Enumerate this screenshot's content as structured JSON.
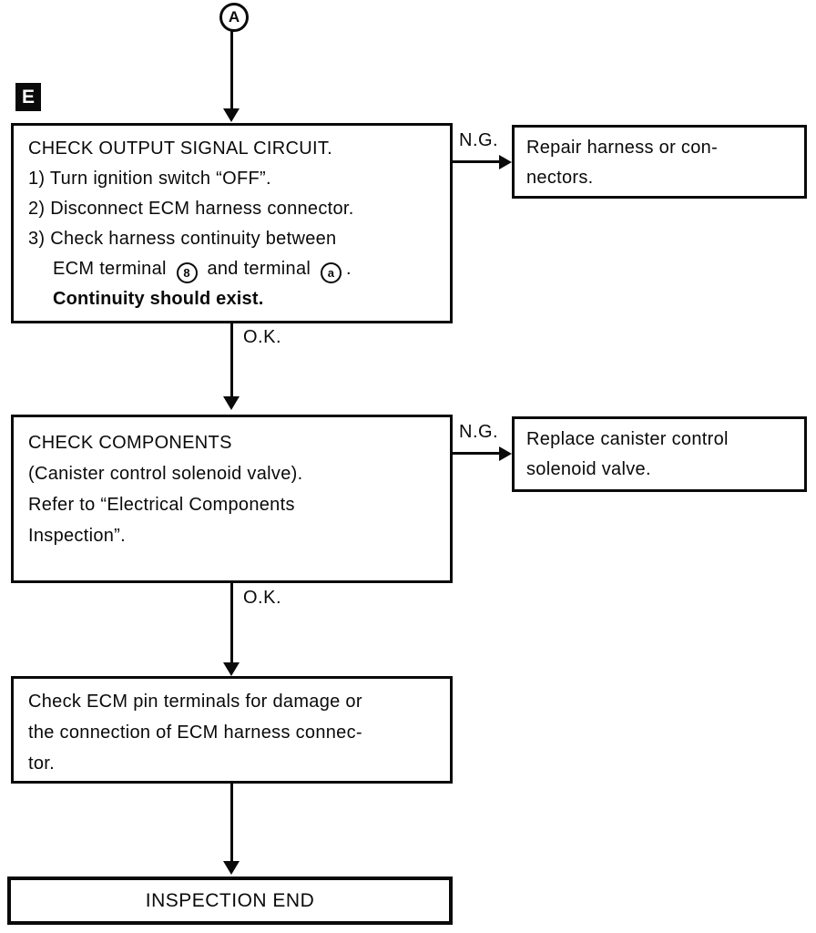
{
  "page": {
    "background_color": "#ffffff",
    "ink_color": "#0a0a0a"
  },
  "connector": {
    "label": "A"
  },
  "section_badge": {
    "label": "E"
  },
  "flow": {
    "box1": {
      "title": "CHECK OUTPUT SIGNAL CIRCUIT.",
      "step1": "1) Turn ignition switch “OFF”.",
      "step2": "2) Disconnect ECM harness connector.",
      "step3": "3) Check harness continuity between",
      "step3b_pre": "ECM terminal",
      "terminal_1": "8",
      "step3b_mid": "and terminal",
      "terminal_2": "a",
      "step3b_end": ".",
      "bold_note": "Continuity should exist."
    },
    "ng1": "N.G.",
    "rbox1": {
      "line1": "Repair harness or con-",
      "line2": "nectors."
    },
    "ok1": "O.K.",
    "box2": {
      "line1": "CHECK COMPONENTS",
      "line2": "(Canister control solenoid valve).",
      "line3": "Refer to “Electrical Components",
      "line4": "Inspection”."
    },
    "ng2": "N.G.",
    "rbox2": {
      "line1": "Replace canister control",
      "line2": "solenoid valve."
    },
    "ok2": "O.K.",
    "box3": {
      "line1": "Check ECM pin terminals for damage or",
      "line2": "the connection of ECM harness connec-",
      "line3": "tor."
    },
    "box4": {
      "label": "INSPECTION END"
    }
  }
}
